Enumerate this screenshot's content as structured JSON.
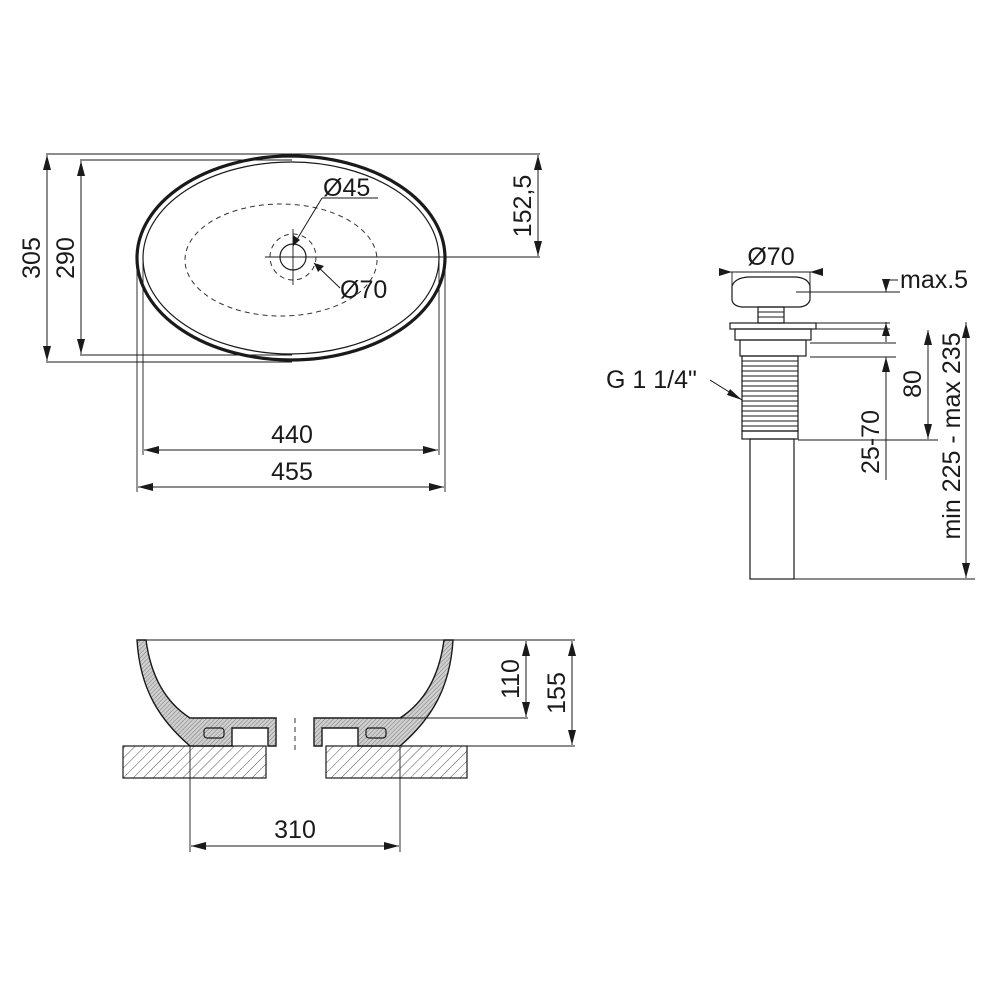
{
  "top_view": {
    "diameter_inner_drain": "Ø45",
    "diameter_outer_drain": "Ø70",
    "depth_to_center": "152,5",
    "outer_width": "305",
    "inner_width": "290",
    "inner_length": "440",
    "outer_length": "455"
  },
  "side_view": {
    "inner_depth": "110",
    "total_height": "155",
    "base_width": "310"
  },
  "drain_detail": {
    "cap_diameter": "Ø70",
    "cap_height": "max.5",
    "thread": "G 1 1/4\"",
    "body_height": "80",
    "countertop_range": "25-70",
    "total_range": "min 225 - max 235"
  }
}
